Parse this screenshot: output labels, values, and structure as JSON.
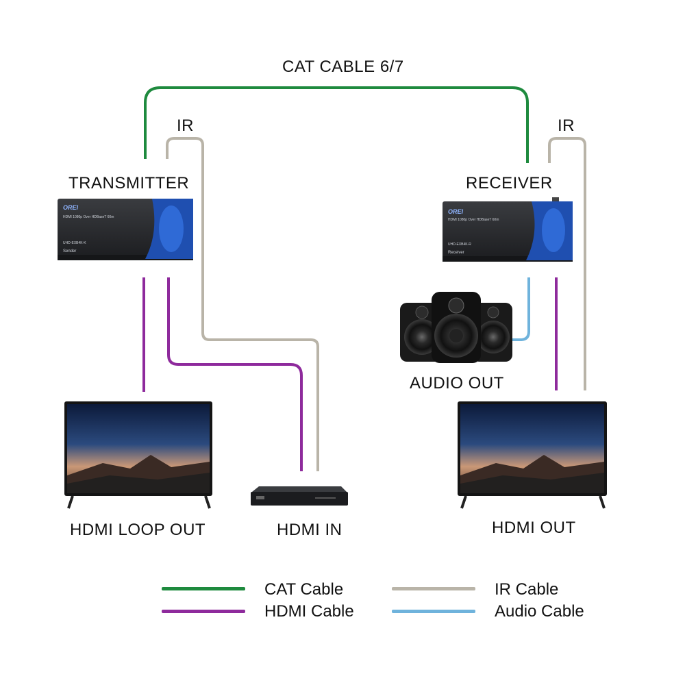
{
  "labels": {
    "cat_cable": "CAT CABLE 6/7",
    "ir_left": "IR",
    "ir_right": "IR",
    "transmitter": "TRANSMITTER",
    "receiver": "RECEIVER",
    "audio_out": "AUDIO OUT",
    "hdmi_loop_out": "HDMI LOOP OUT",
    "hdmi_in": "HDMI IN",
    "hdmi_out": "HDMI OUT"
  },
  "devices": {
    "transmitter": {
      "brand": "OREI",
      "model_line": "HDMI 1080p Over HDBaseT 60m",
      "model_no": "UHD-EXB4K-K",
      "role": "Sender"
    },
    "receiver": {
      "brand": "OREI",
      "model_line": "HDMI 1080p Over HDBaseT 60m",
      "model_no": "UHD-EXB4K-R",
      "role": "Receiver"
    }
  },
  "colors": {
    "cat": "#1e8a3e",
    "hdmi": "#8e2a9c",
    "ir": "#b9b4a8",
    "audio": "#6fb3dc",
    "device_body": "#2b2d30",
    "device_accent": "#1f4fb0"
  },
  "legend": [
    {
      "label": "CAT Cable",
      "color": "#1e8a3e"
    },
    {
      "label": "HDMI Cable",
      "color": "#8e2a9c"
    },
    {
      "label": "IR Cable",
      "color": "#b9b4a8"
    },
    {
      "label": "Audio Cable",
      "color": "#6fb3dc"
    }
  ]
}
